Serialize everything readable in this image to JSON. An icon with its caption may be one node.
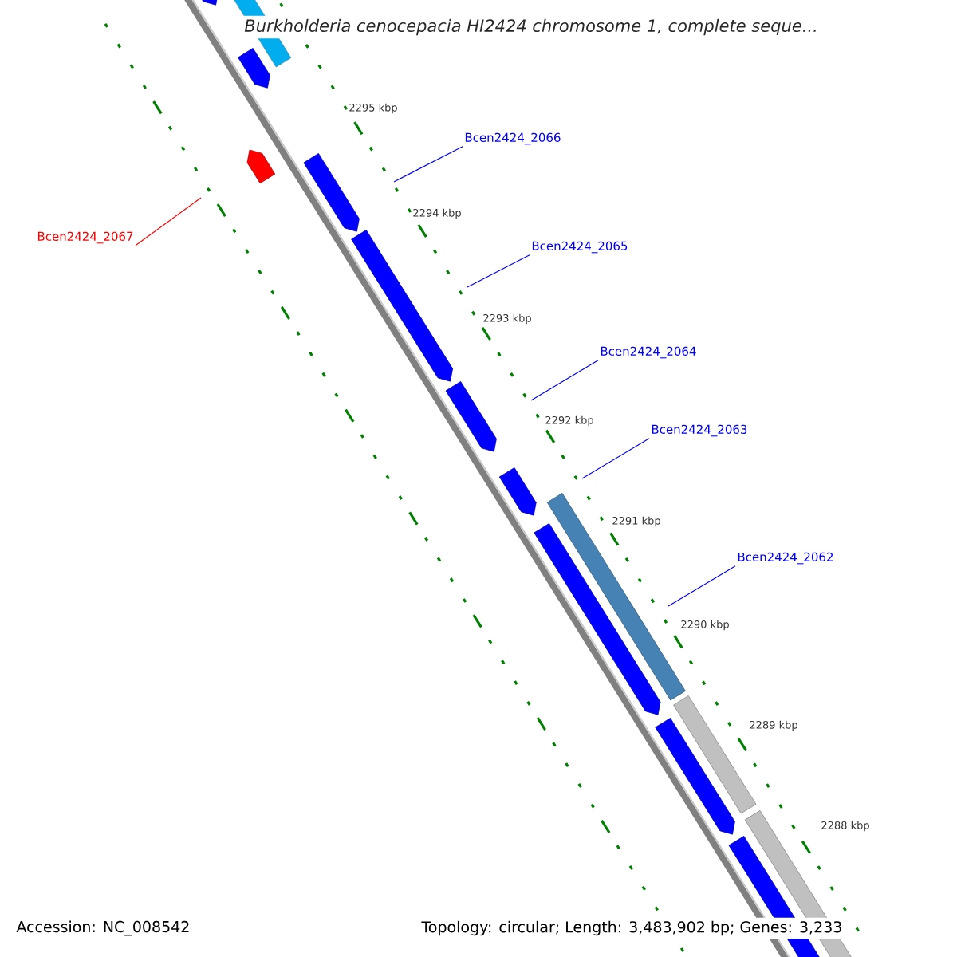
{
  "diagram": {
    "title": "Burkholderia cenocepacia HI2424 chromosome 1, complete seque...",
    "nodes": [
      {
        "text": [
          "Bcen2424_2066"
        ]
      },
      {
        "text": [
          "Bcen2424_2067"
        ]
      },
      {
        "text": [
          "Bcen2424_2065"
        ]
      },
      {
        "text": [
          "Bcen2424_2064"
        ]
      },
      {
        "text": [
          "Bcen2424_2063"
        ]
      },
      {
        "text": [
          "Bcen2424_2062"
        ]
      }
    ],
    "edges": [
      {
        "from": 0,
        "to": null,
        "arrow": "none"
      },
      {
        "from": 1,
        "to": null,
        "arrow": "none",
        "color": "#ff0000"
      },
      {
        "from": 2,
        "to": null,
        "arrow": "none"
      },
      {
        "from": 3,
        "to": null,
        "arrow": "none"
      },
      {
        "from": 4,
        "to": null,
        "arrow": "none"
      },
      {
        "from": 5,
        "to": null,
        "arrow": "none"
      }
    ],
    "labels": [
      "2295 kbp",
      "2294 kbp",
      "2293 kbp",
      "2292 kbp",
      "2291 kbp",
      "2290 kbp",
      "2289 kbp",
      "2288 kbp",
      "Accession: NC_008542",
      "Topology: circular; Length: 3,483,902 bp; Genes: 3,233"
    ]
  }
}
